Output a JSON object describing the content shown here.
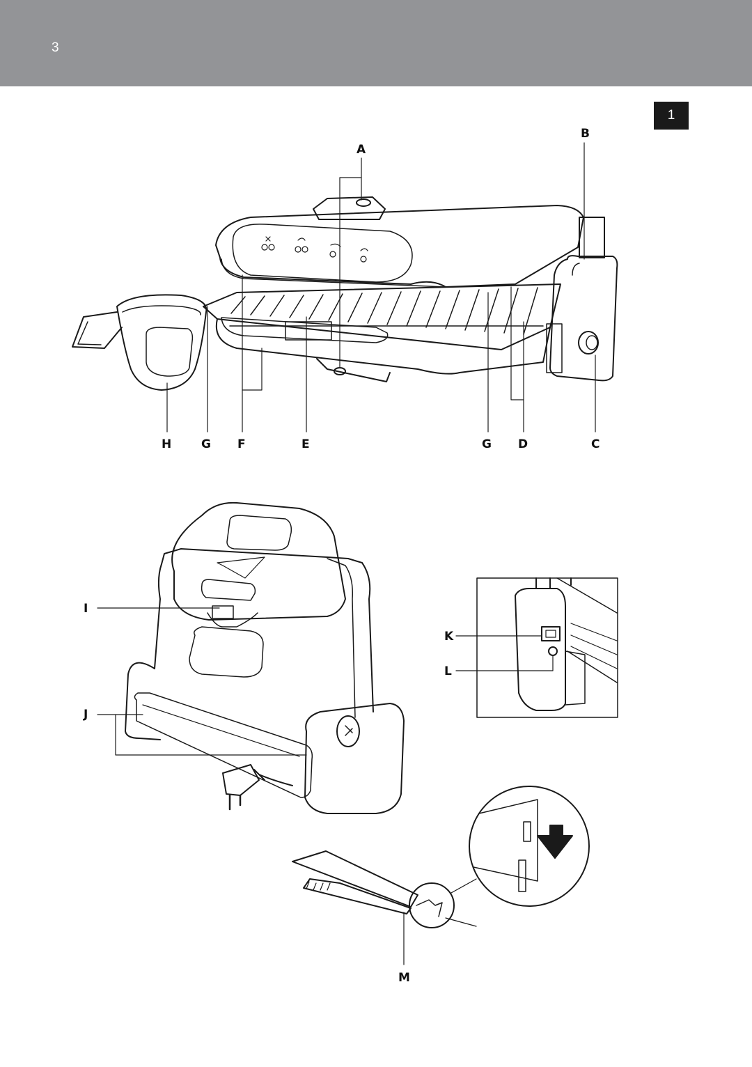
{
  "header": {
    "page_number": "3",
    "background_color": "#939497"
  },
  "figure": {
    "number": "1"
  },
  "callouts": {
    "A": "A",
    "B": "B",
    "C": "C",
    "D": "D",
    "E": "E",
    "F": "F",
    "G_left": "G",
    "G_right": "G",
    "H": "H",
    "I": "I",
    "J": "J",
    "K": "K",
    "L": "L",
    "M": "M"
  }
}
